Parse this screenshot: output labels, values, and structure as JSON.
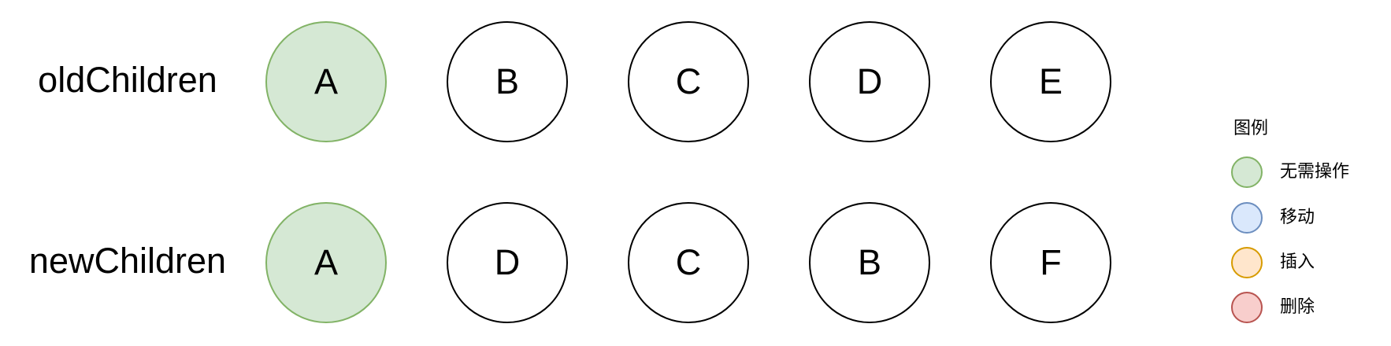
{
  "rows": [
    {
      "label": "oldChildren",
      "nodes": [
        {
          "label": "A",
          "status": "no-op"
        },
        {
          "label": "B",
          "status": "none"
        },
        {
          "label": "C",
          "status": "none"
        },
        {
          "label": "D",
          "status": "none"
        },
        {
          "label": "E",
          "status": "none"
        }
      ]
    },
    {
      "label": "newChildren",
      "nodes": [
        {
          "label": "A",
          "status": "no-op"
        },
        {
          "label": "D",
          "status": "none"
        },
        {
          "label": "C",
          "status": "none"
        },
        {
          "label": "B",
          "status": "none"
        },
        {
          "label": "F",
          "status": "none"
        }
      ]
    }
  ],
  "legend": {
    "title": "图例",
    "items": [
      {
        "key": "no-op",
        "label": "无需操作",
        "fill": "#d5e8d4",
        "stroke": "#82b366"
      },
      {
        "key": "move",
        "label": "移动",
        "fill": "#dae8fc",
        "stroke": "#6c8ebf"
      },
      {
        "key": "insert",
        "label": "插入",
        "fill": "#ffe6cc",
        "stroke": "#d79b00"
      },
      {
        "key": "delete",
        "label": "删除",
        "fill": "#f8cecc",
        "stroke": "#b85450"
      }
    ]
  },
  "colors": {
    "default_fill": "#ffffff",
    "default_stroke": "#000000"
  }
}
